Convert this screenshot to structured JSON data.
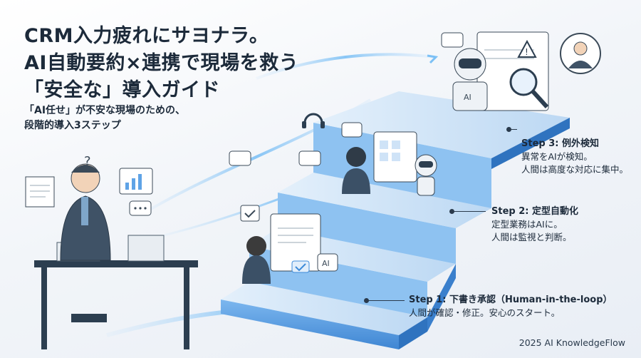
{
  "title": {
    "line1": "CRM入力疲れにサヨナラ。",
    "line2": "AI自動要約×連携で現場を救う",
    "line3": "「安全な」導入ガイド"
  },
  "subtitle": {
    "line1": "「AI任せ」が不安な現場のための、",
    "line2": "段階的導入3ステップ"
  },
  "steps": [
    {
      "head": "Step 1: 下書き承認（Human-in-the-loop）",
      "desc": "人間が確認・修正。安心のスタート。"
    },
    {
      "head": "Step 2: 定型自動化",
      "desc1": "定型業務はAIに。",
      "desc2": "人間は監視と判断。"
    },
    {
      "head": "Step 3: 例外検知",
      "desc1": "異常をAIが検知。",
      "desc2": "人間は高度な対応に集中。"
    }
  ],
  "badges": {
    "ai": "AI"
  },
  "footer": "2025 AI KnowledgeFlow",
  "colors": {
    "accent": "#3d8bd9",
    "stair_top": "#cfe3f7",
    "stair_side": "#5fa3e6",
    "text": "#1c2a3a"
  },
  "icons": [
    "chat-bubble-icon",
    "headset-icon",
    "robot-icon",
    "magnifier-icon",
    "warning-icon",
    "user-avatar-icon",
    "check-icon",
    "bar-chart-icon",
    "question-icon"
  ]
}
